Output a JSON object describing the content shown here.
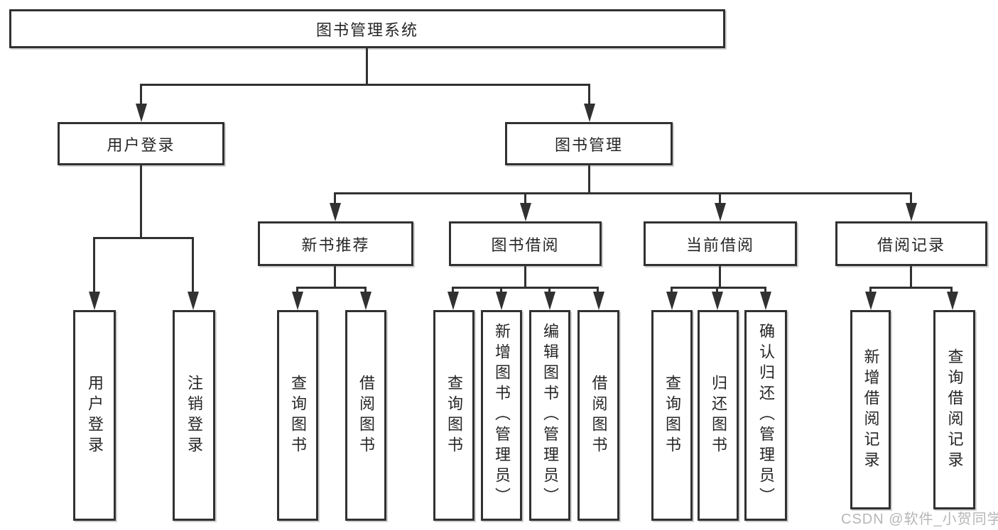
{
  "diagram": {
    "type": "hierarchy-tree",
    "root": {
      "label": "图书管理系统"
    },
    "branches": [
      {
        "label": "用户登录"
      },
      {
        "label": "图书管理"
      }
    ],
    "modules": [
      {
        "label": "新书推荐",
        "parent": "图书管理"
      },
      {
        "label": "图书借阅",
        "parent": "图书管理"
      },
      {
        "label": "当前借阅",
        "parent": "图书管理"
      },
      {
        "label": "借阅记录",
        "parent": "图书管理"
      }
    ],
    "functions": [
      {
        "label": "用户登录",
        "parent": "用户登录"
      },
      {
        "label": "注销登录",
        "parent": "用户登录"
      },
      {
        "label": "查询图书",
        "parent": "新书推荐"
      },
      {
        "label": "借阅图书",
        "parent": "新书推荐"
      },
      {
        "label": "查询图书",
        "parent": "图书借阅"
      },
      {
        "label": "新增图书（管理员）",
        "parent": "图书借阅"
      },
      {
        "label": "编辑图书（管理员）",
        "parent": "图书借阅"
      },
      {
        "label": "借阅图书",
        "parent": "图书借阅"
      },
      {
        "label": "查询图书",
        "parent": "当前借阅"
      },
      {
        "label": "归还图书",
        "parent": "当前借阅"
      },
      {
        "label": "确认归还（管理员）",
        "parent": "当前借阅"
      },
      {
        "label": "新增借阅记录",
        "parent": "借阅记录"
      },
      {
        "label": "查询借阅记录",
        "parent": "借阅记录"
      }
    ]
  },
  "watermark": {
    "text": "CSDN @软件_小贺同学"
  },
  "colors": {
    "line_color": "#313131",
    "text_color": "#262626",
    "watermark_color": "#b6b6b6",
    "box_background": "#ffffff"
  }
}
